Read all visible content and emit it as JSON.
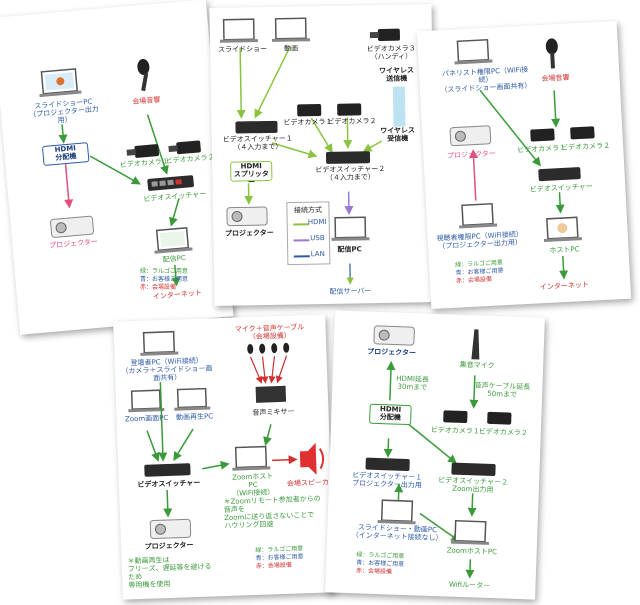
{
  "colors": {
    "blue": "#2e5aa8",
    "green": "#3a9a3a",
    "red": "#d03030",
    "pink": "#e0507a",
    "purple": "#9a7ad0",
    "lan": "#2e5aa8"
  },
  "card1": {
    "pc": "スライドショーPC\n（プロジェクター出力用）",
    "mic": "会場音響",
    "hdmi": "HDMI\n分配機",
    "cam1": "ビデオカメラ１",
    "cam2": "ビデオカメラ２",
    "switcher": "ビデオスイッチャー",
    "projector": "プロジェクター",
    "streampc": "配信PC",
    "internet": "インターネット",
    "legend": [
      "緑：ラルゴご用意",
      "青：お客様ご用意",
      "赤：会場設備"
    ]
  },
  "card2": {
    "slideshow": "スライドショー",
    "video": "動画",
    "cam3": "ビデオカメラ３\n（ハンディ）",
    "wtx": "ワイヤレス\n送信機",
    "cam1": "ビデオカメラ１",
    "cam2": "ビデオカメラ２",
    "wrx": "ワイヤレス\n受信機",
    "sw1": "ビデオスイッチャー１\n（４入力まで）",
    "splitter": "HDMI\nスプリッター",
    "sw2": "ビデオスイッチャー２\n（４入力まで）",
    "projector": "プロジェクター",
    "conn_title": "接続方式",
    "conn": [
      "HDMI",
      "USB",
      "LAN"
    ],
    "streampc": "配信PC",
    "server": "配信サーバー"
  },
  "card3": {
    "panelist": "パネリスト権限PC（WiFi接続）\n（スライドショー画面共有）",
    "mic": "会場音響",
    "projector": "プロジェクター",
    "cam1": "ビデオカメラ１",
    "cam2": "ビデオカメラ２",
    "switcher": "ビデオスイッチャー",
    "viewer": "視聴者権限PC（WiFi接続）\n（プロジェクター出力用）",
    "host": "ホストPC",
    "internet": "インターネット",
    "legend": [
      "緑：ラルゴご用意",
      "青：お客様ご用意",
      "赤：会場設備"
    ]
  },
  "card4": {
    "presenter": "登壇者PC（WiFi接続）\n（カメラ＋スライドショー画面共有）",
    "mic": "マイク＋音声ケーブル\n（会場設備）",
    "zoompc": "Zoom画面PC",
    "videopc": "動画再生PC",
    "mixer": "音声ミキサー",
    "switcher": "ビデオスイッチャー",
    "hostpc": "ZoomホストPC\n（WiFi接続）",
    "speaker": "会場スピーカー",
    "projector": "プロジェクター",
    "note1": "＊Zoomリモート参加者からの音声を\nZoomに送り返さないことで\nハウリング回避",
    "note2": "＊動画再生は\nフリーズ、遅延等を避けるため\n専用機を使用",
    "legend": [
      "緑：ラルゴご用意",
      "青：お客様ご用意",
      "赤：会場設備"
    ]
  },
  "card5": {
    "projector": "プロジェクター",
    "micgroup": "集音マイク",
    "hdmi_ext": "HDMI延長\n30mまで",
    "audio_ext": "音声ケーブル延長\n50mまで",
    "hdmi": "HDMI\n分配機",
    "cam1": "ビデオカメラ１",
    "cam2": "ビデオカメラ２",
    "sw1": "ビデオスイッチャー１\nプロジェクター出力用",
    "sw2": "ビデオスイッチャー２\nZoom出力用",
    "slidepc": "スライドショー・動画PC\n（インターネット接続なし）",
    "zoomhost": "ZoomホストPC",
    "router": "Wifiルーター",
    "legend": [
      "緑：ラルゴご用意",
      "青：お客様ご用意",
      "赤：会場設備"
    ]
  }
}
